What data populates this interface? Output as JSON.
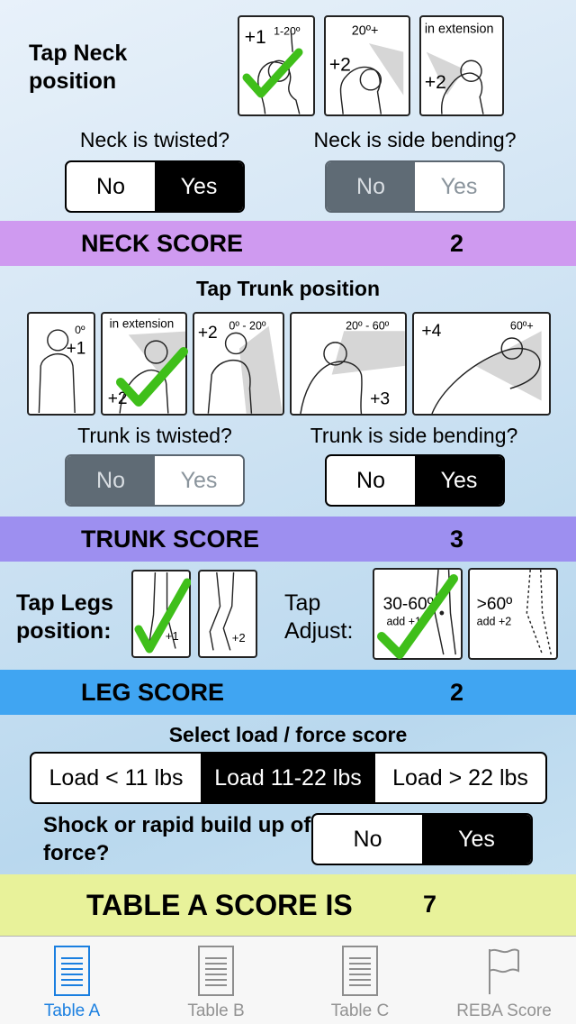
{
  "neck": {
    "label": "Tap Neck position",
    "options": [
      {
        "score": "+1",
        "range": "1-20º",
        "selected": true
      },
      {
        "score": "+2",
        "range": "20º+",
        "selected": false
      },
      {
        "score": "+2",
        "range": "in extension",
        "selected": false
      }
    ],
    "twisted_q": "Neck is twisted?",
    "side_q": "Neck is side bending?",
    "no": "No",
    "yes": "Yes",
    "score_label": "NECK SCORE",
    "score": "2"
  },
  "trunk": {
    "label": "Tap Trunk position",
    "options": [
      {
        "score": "+1",
        "range": "0º"
      },
      {
        "score": "+2",
        "range": "in extension"
      },
      {
        "score": "+2",
        "range": "0º - 20º"
      },
      {
        "score": "+3",
        "range": "20º - 60º"
      },
      {
        "score": "+4",
        "range": "60º+"
      }
    ],
    "twisted_q": "Trunk is twisted?",
    "side_q": "Trunk is side bending?",
    "no": "No",
    "yes": "Yes",
    "score_label": "TRUNK SCORE",
    "score": "3"
  },
  "legs": {
    "label": "Tap Legs position:",
    "adjust_label": "Tap Adjust:",
    "options": [
      {
        "score": "+1"
      },
      {
        "score": "+2"
      }
    ],
    "adjust": [
      {
        "range": "30-60º",
        "add": "add +1"
      },
      {
        "range": ">60º",
        "add": "add +2"
      }
    ],
    "score_label": "LEG SCORE",
    "score": "2"
  },
  "load": {
    "label": "Select load / force score",
    "options": [
      "Load < 11 lbs",
      "Load 11-22 lbs",
      "Load > 22 lbs"
    ],
    "shock_q": "Shock or rapid build up of force?",
    "no": "No",
    "yes": "Yes"
  },
  "table_a": {
    "label": "TABLE A SCORE IS",
    "score": "7"
  },
  "tabs": [
    {
      "label": "Table A",
      "icon": "document-icon",
      "active": true
    },
    {
      "label": "Table B",
      "icon": "document-icon",
      "active": false
    },
    {
      "label": "Table C",
      "icon": "document-icon",
      "active": false
    },
    {
      "label": "REBA Score",
      "icon": "flag-icon",
      "active": false
    }
  ],
  "colors": {
    "neck_band": "#cf9af0",
    "trunk_band": "#9d8ff0",
    "leg_band": "#40a5f2",
    "table_band": "#e8f29a",
    "check": "#3fbf1a",
    "tab_active": "#1a7fe0"
  }
}
